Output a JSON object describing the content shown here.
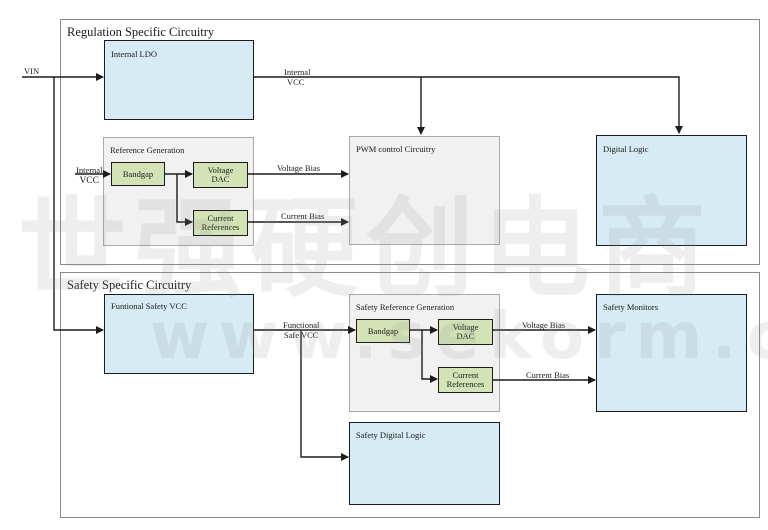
{
  "sections": {
    "regulation": "Regulation Specific Circuitry",
    "safety": "Safety Specific Circuitry"
  },
  "blocks": {
    "internal_ldo": "Internal LDO",
    "reference_generation": "Reference Generation",
    "pwm_control": "PWM control Circuitry",
    "digital_logic": "Digital Logic",
    "functional_safety_vcc": "Funtional Safety VCC",
    "safety_reference_generation": "Safety Reference Generation",
    "safety_monitors": "Safety Monitors",
    "safety_digital_logic": "Safety Digital Logic"
  },
  "sub_blocks": {
    "bandgap": "Bandgap",
    "voltage_dac_1": "Voltage",
    "voltage_dac_2": "DAC",
    "current_ref_1": "Current",
    "current_ref_2": "References",
    "safety_bandgap": "Bandgap",
    "safety_voltage_dac_1": "Voltage",
    "safety_voltage_dac_2": "DAC",
    "safety_current_ref_1": "Current",
    "safety_current_ref_2": "References"
  },
  "signals": {
    "vin": "VIN",
    "internal_vcc_1": "Internal",
    "internal_vcc_2": "VCC",
    "internal_vcc_in_1": "Internal",
    "internal_vcc_in_2": "VCC",
    "voltage_bias": "Voltage Bias",
    "current_bias": "Current Bias",
    "functional_safe_vcc_1": "Functional",
    "functional_safe_vcc_2": "Safe VCC",
    "safety_voltage_bias": "Voltage Bias",
    "safety_current_bias": "Current Bias"
  },
  "watermark": {
    "chars": "世强硬创电商",
    "url": "www.sekorm.com"
  },
  "colors": {
    "block_fill": "#d6ebf3",
    "sub_block_fill": "#d3e3b6",
    "group_fill": "#f1f1f1",
    "line": "#1c1c1c"
  }
}
